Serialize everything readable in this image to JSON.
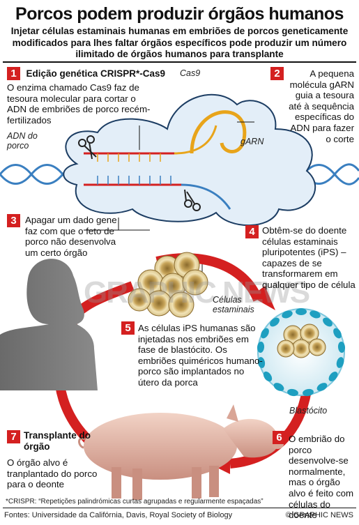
{
  "header": {
    "title": "Porcos podem produzir órgãos humanos",
    "subtitle": "Injetar células estaminais humanas em embriões de porcos geneticamente modificados para lhes faltar órgãos específicos pode produzir um número ilimitado de órgãos humanos para transplante"
  },
  "steps": [
    {
      "number": "1",
      "heading": "Edição genética CRISPR*-Cas9",
      "text": "O enzima chamado Cas9 faz de tesoura molecular para cortar o ADN de embriões de porco recém-fertilizados"
    },
    {
      "number": "2",
      "text": "A pequena molécula gARN guia a tesoura até à sequência específicas do ADN para fazer o corte"
    },
    {
      "number": "3",
      "text": "Apagar um dado gene faz com que o feto de porco não desenvolva um certo órgão"
    },
    {
      "number": "4",
      "text": "Obtêm-se do doente células estaminais pluripotentes (iPS) – capazes de se transformarem em qualquer tipo de célula"
    },
    {
      "number": "5",
      "text": "As células iPS humanas são injetadas nos embriões em fase de blastócito. Os embriões quiméricos humano-porco são implantados no útero da porca"
    },
    {
      "number": "6",
      "text": "O embrião do porco desenvolve-se normalmente, mas o órgão alvo é feito com células do doente"
    },
    {
      "number": "7",
      "heading": "Transplante do órgão",
      "text": "O órgão alvo é tranplantado do porco para o deonte"
    }
  ],
  "labels": {
    "cas9": "Cas9",
    "adn": "ADN do porco",
    "garn": "gARN",
    "stem_cells": "Células estaminais",
    "blastocyst": "Blastócito"
  },
  "watermark": "GRAPHIC NEWS",
  "footer": {
    "footnote": "*CRISPR: “Repetições palindrómicas curtas agrupadas e regularmente espaçadas”",
    "sources": "Fontes: Universidade da Califórnia, Davis, Royal Society of Biology",
    "copyright": "© GRAPHIC NEWS"
  },
  "colors": {
    "badge": "#d42020",
    "arrow": "#d42020",
    "dna_blue": "#3a7fc0",
    "garn": "#e8a41a",
    "cas9": "#e3eef8"
  }
}
